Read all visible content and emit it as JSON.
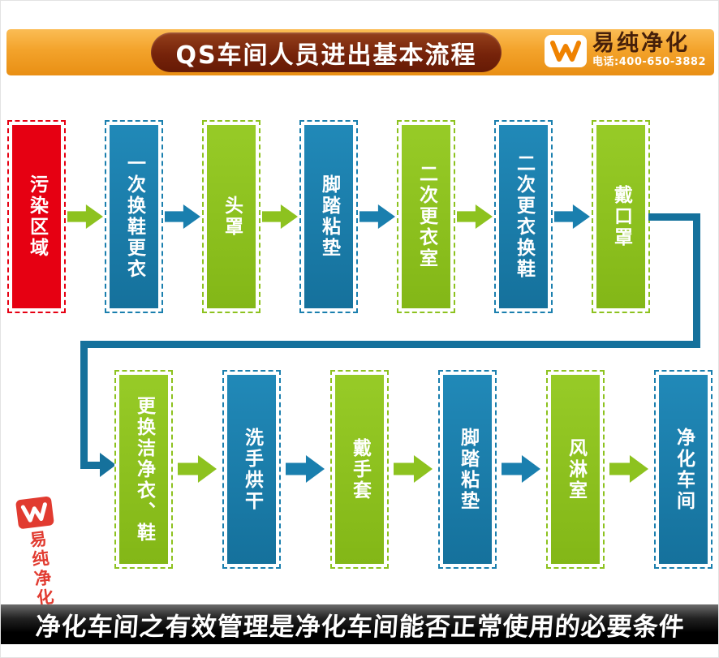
{
  "header": {
    "title": "QS车间人员进出基本流程",
    "brand": "易纯净化",
    "phone": "电话:400-650-3882"
  },
  "palette": {
    "red": "#e60012",
    "blue": "#1a7fae",
    "green": "#8dc21f",
    "banner_orange": "#f3a32b",
    "title_panel_maroon": "#76230a",
    "footer_black": "#000000",
    "seal_red": "#df2b1f"
  },
  "flow": {
    "row1": [
      {
        "label": "污染区域",
        "color": "red"
      },
      {
        "label": "一次换鞋更衣",
        "color": "blue"
      },
      {
        "label": "头罩",
        "color": "green"
      },
      {
        "label": "脚踏粘垫",
        "color": "blue"
      },
      {
        "label": "二次更衣室",
        "color": "green"
      },
      {
        "label": "二次更衣换鞋",
        "color": "blue"
      },
      {
        "label": "戴口罩",
        "color": "green"
      }
    ],
    "row1_arrow_colors": [
      "green",
      "blue",
      "green",
      "blue",
      "green",
      "blue"
    ],
    "row2": [
      {
        "label": "更换洁净衣、鞋",
        "color": "green"
      },
      {
        "label": "洗手烘干",
        "color": "blue"
      },
      {
        "label": "戴手套",
        "color": "green"
      },
      {
        "label": "脚踏粘垫",
        "color": "blue"
      },
      {
        "label": "风淋室",
        "color": "green"
      },
      {
        "label": "净化车间",
        "color": "blue"
      }
    ],
    "row2_arrow_colors": [
      "green",
      "blue",
      "green",
      "blue",
      "green"
    ]
  },
  "footer": {
    "text": "净化车间之有效管理是净化车间能否正常使用的必要条件"
  },
  "seal": {
    "text": "易纯净化"
  }
}
